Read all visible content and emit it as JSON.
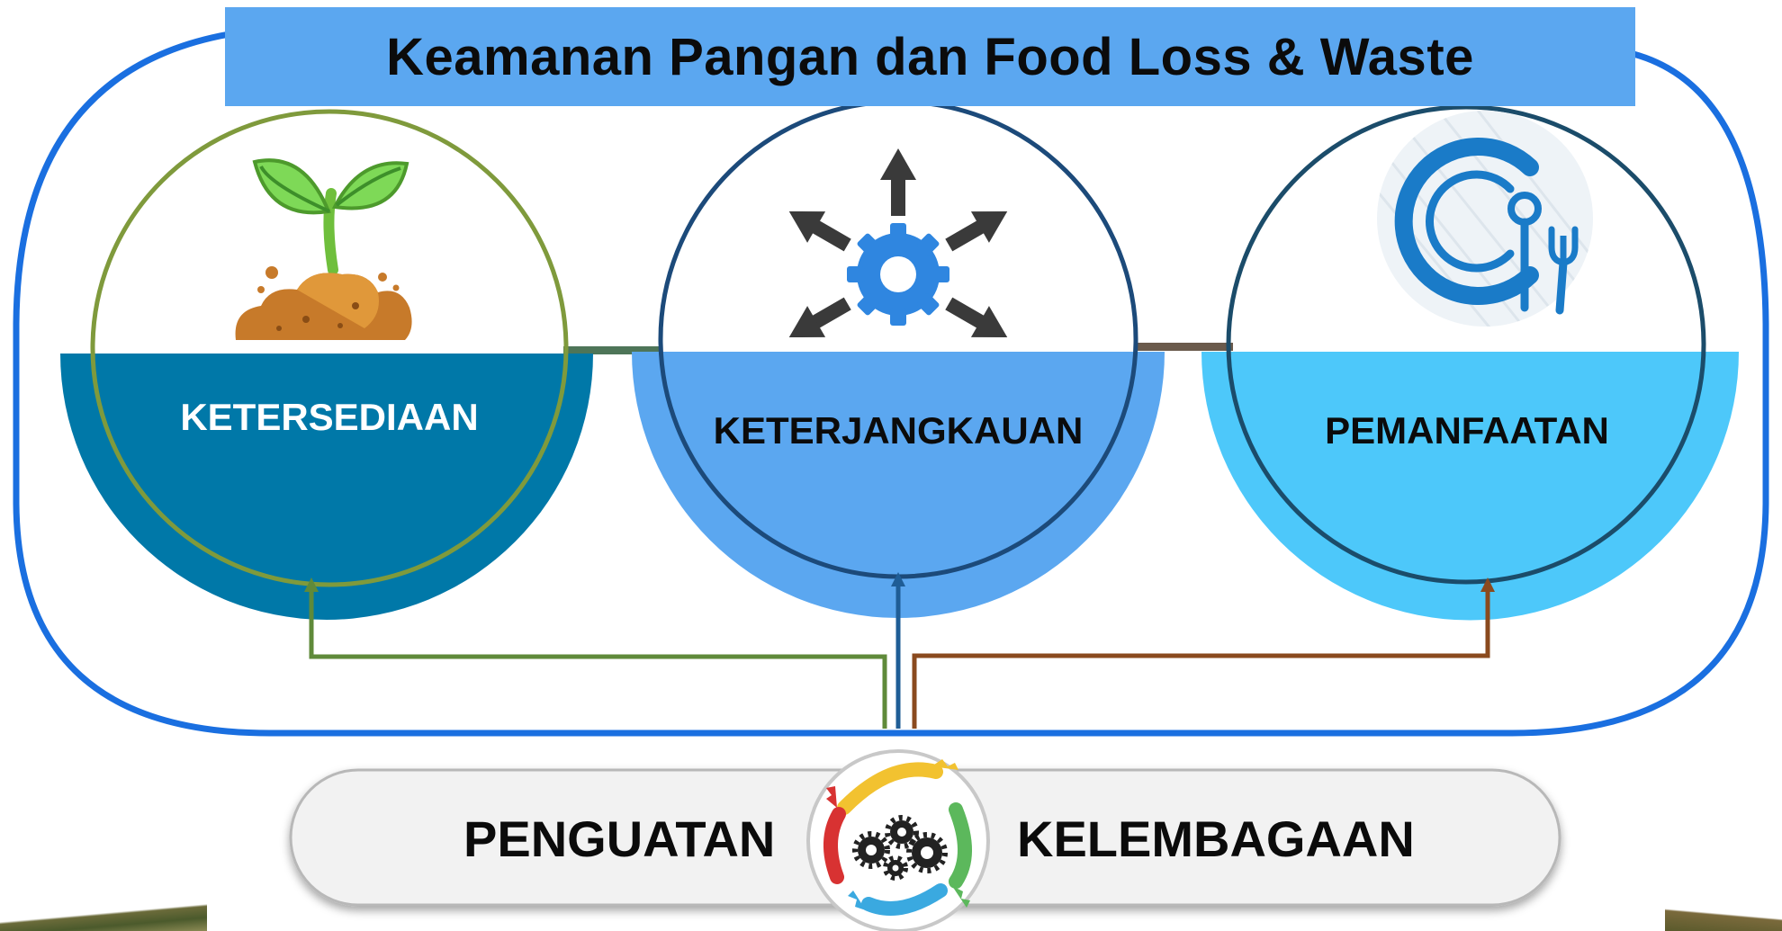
{
  "title": "Keamanan Pangan dan Food Loss & Waste",
  "pillars": [
    {
      "label": "KETERSEDIAAN",
      "color": "#0078a8",
      "ring_color": "#7f9a3c",
      "label_color": "#ffffff",
      "icon": "sprout-soil-icon"
    },
    {
      "label": "KETERJANGKAUAN",
      "color": "#5ba7f0",
      "ring_color": "#1c4a7a",
      "label_color": "#0b0b0b",
      "icon": "gear-arrows-icon"
    },
    {
      "label": "PEMANFAATAN",
      "color": "#4dc8fa",
      "ring_color": "#1b4c6a",
      "label_color": "#0b0b0b",
      "icon": "plate-spoon-fork-icon"
    }
  ],
  "connectors": {
    "ketersediaan_color": "#5f8a3a",
    "keterjangkauan_color": "#1f5d96",
    "pemanfaatan_color": "#8a4a1e"
  },
  "frame_color": "#1a6fe0",
  "bottom": {
    "left_label": "PENGUATAN",
    "right_label": "KELEMBAGAAN",
    "center_icon": "hands-gears-icon"
  }
}
